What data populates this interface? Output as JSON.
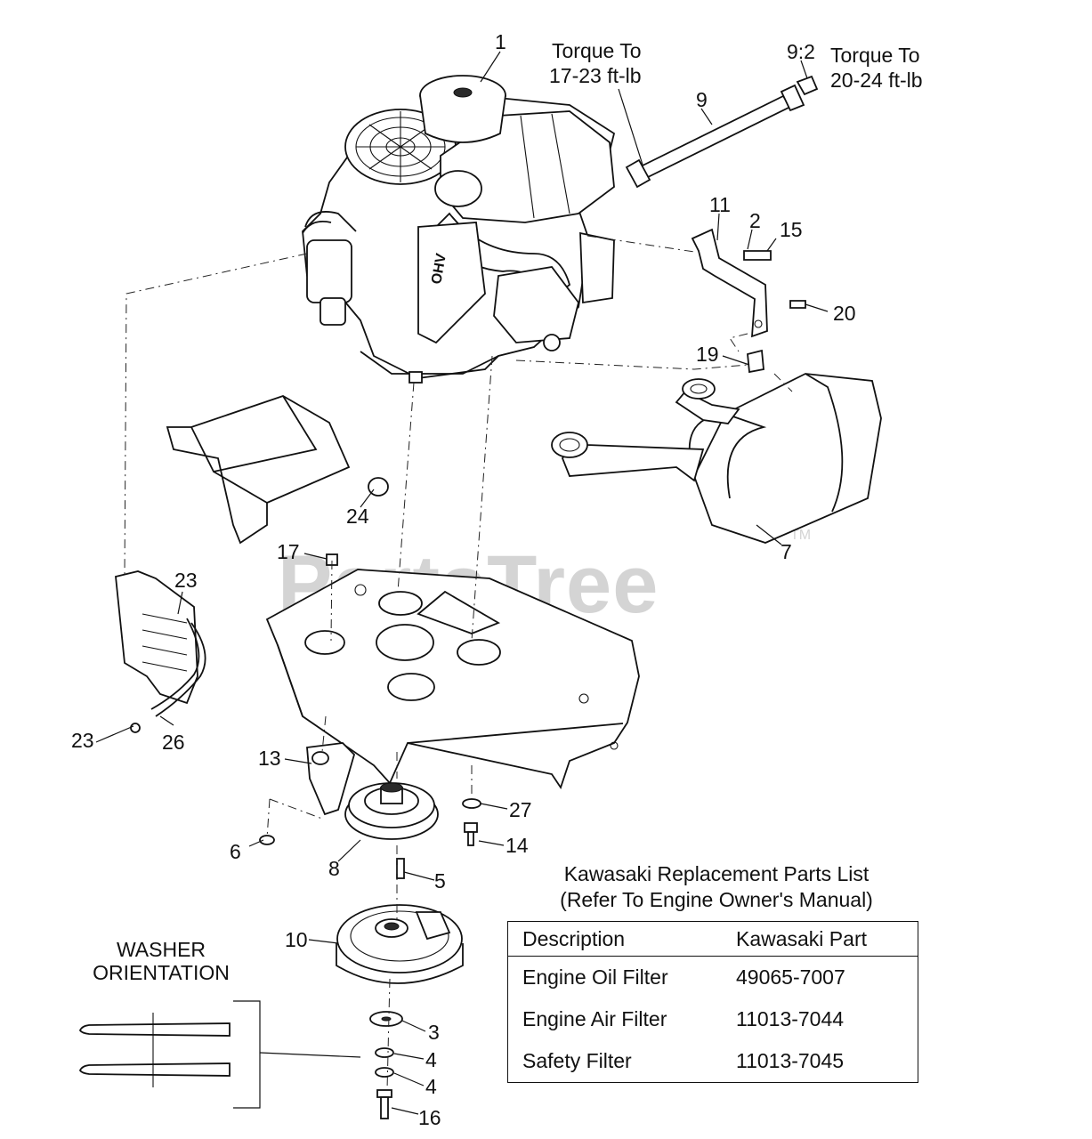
{
  "watermark": {
    "text": "PartsTree",
    "tm": "TM"
  },
  "callouts": {
    "c1": "1",
    "c9": "9",
    "c92": "9:2",
    "c11": "11",
    "c2": "2",
    "c15": "15",
    "c20": "20",
    "c19": "19",
    "c24": "24",
    "c7": "7",
    "c17": "17",
    "c23a": "23",
    "c23b": "23",
    "c26": "26",
    "c13": "13",
    "c27": "27",
    "c6": "6",
    "c14": "14",
    "c8": "8",
    "c5": "5",
    "c10": "10",
    "c3": "3",
    "c4a": "4",
    "c4b": "4",
    "c16": "16"
  },
  "notes": {
    "torque_left_1": "Torque To",
    "torque_left_2": "17-23 ft-lb",
    "torque_right_1": "Torque To",
    "torque_right_2": "20-24 ft-lb"
  },
  "washer": {
    "line1": "WASHER",
    "line2": "ORIENTATION"
  },
  "parts_list": {
    "title1": "Kawasaki Replacement Parts List",
    "title2": "(Refer To Engine Owner's Manual)",
    "headers": {
      "description": "Description",
      "part": "Kawasaki Part"
    },
    "rows": [
      {
        "description": "Engine Oil Filter",
        "part": "49065-7007"
      },
      {
        "description": "Engine Air Filter",
        "part": "11013-7044"
      },
      {
        "description": "Safety Filter",
        "part": "11013-7045"
      }
    ]
  }
}
